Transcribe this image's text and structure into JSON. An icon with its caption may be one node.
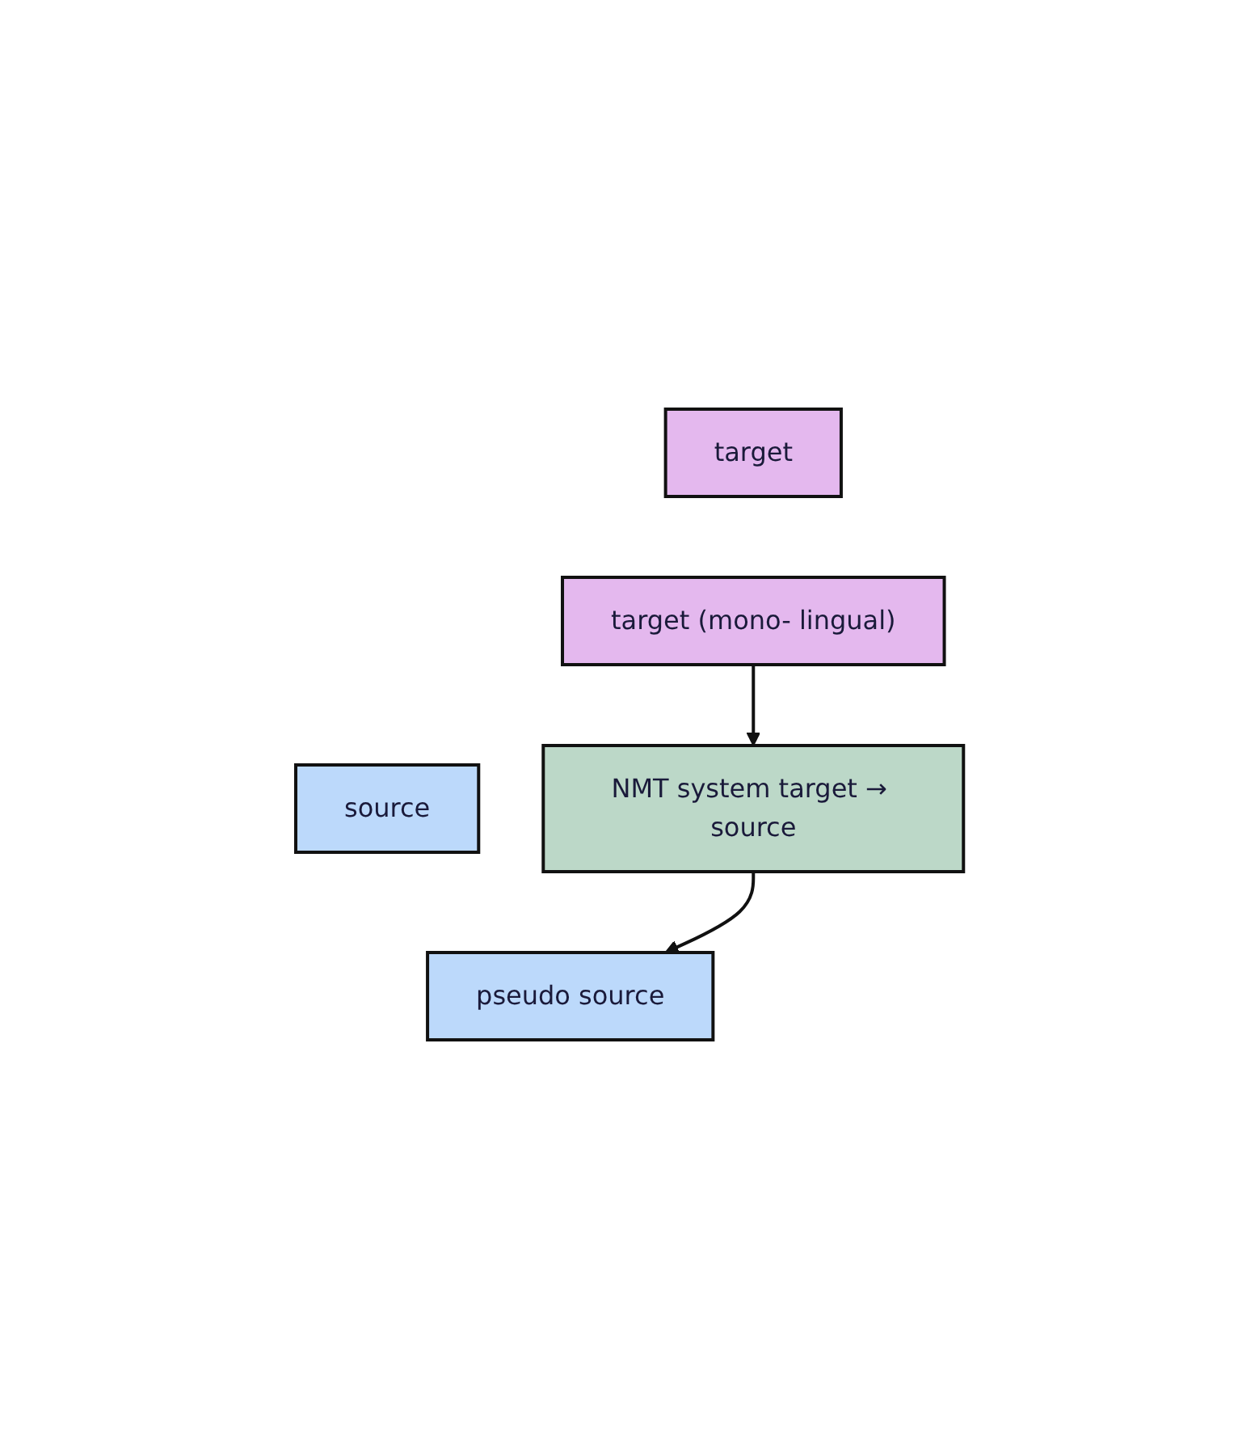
{
  "diagram": {
    "nodes": [
      {
        "text": [
          "source"
        ]
      },
      {
        "text": [
          "target"
        ]
      },
      {
        "text": [
          "pseudo source"
        ]
      },
      {
        "text": [
          "target (mono- lingual)"
        ]
      },
      {
        "text": [
          "NMT system target → source"
        ]
      }
    ],
    "edges": [
      {
        "from": 3,
        "to": 4,
        "arrow": "to"
      },
      {
        "from": 4,
        "to": 2,
        "arrow": "to"
      }
    ]
  }
}
